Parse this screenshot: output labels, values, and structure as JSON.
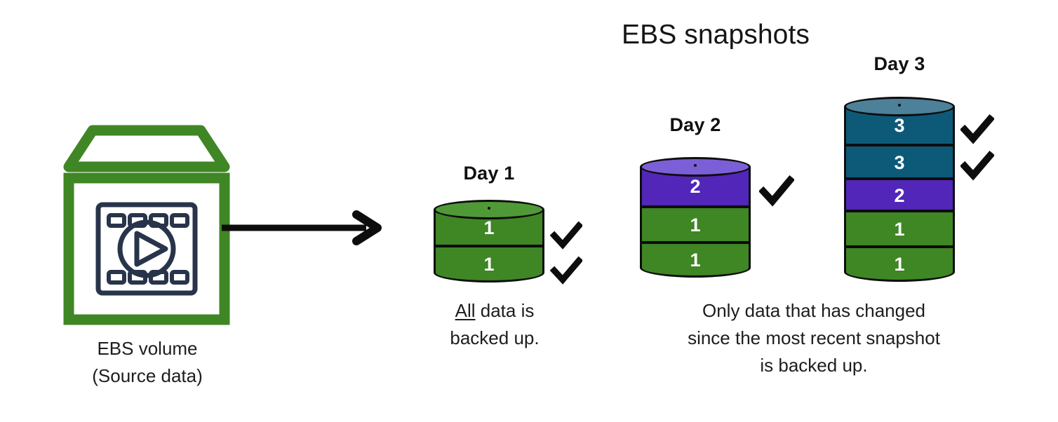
{
  "title": "EBS snapshots",
  "source": {
    "icon_name": "ebs-volume-icon",
    "label_line1": "EBS volume",
    "label_line2": "(Source data)"
  },
  "arrow": {
    "icon_name": "right-arrow-icon"
  },
  "colors": {
    "green_body": "#3f8624",
    "green_cap": "#4f9a36",
    "purple_body": "#5226b8",
    "purple_cap": "#7b5fd6",
    "teal_body": "#0d5a78",
    "teal_cap": "#4d8099",
    "outline": "#0d0d0d",
    "icon_green": "#3f8624",
    "icon_navy": "#28344a",
    "text": "#1d1d1d"
  },
  "snapshots": [
    {
      "day_label": "Day 1",
      "segments": [
        {
          "value": "1",
          "color": "green"
        },
        {
          "value": "1",
          "color": "green"
        }
      ],
      "checks": 2
    },
    {
      "day_label": "Day 2",
      "segments": [
        {
          "value": "2",
          "color": "purple"
        },
        {
          "value": "1",
          "color": "green"
        },
        {
          "value": "1",
          "color": "green"
        }
      ],
      "checks": 1
    },
    {
      "day_label": "Day 3",
      "segments": [
        {
          "value": "3",
          "color": "teal"
        },
        {
          "value": "3",
          "color": "teal"
        },
        {
          "value": "2",
          "color": "purple"
        },
        {
          "value": "1",
          "color": "green"
        },
        {
          "value": "1",
          "color": "green"
        }
      ],
      "checks": 2
    }
  ],
  "captions": {
    "day1": {
      "emphasis": "All",
      "rest": " data is",
      "line2": "backed up."
    },
    "days23": {
      "line1": "Only data that has changed",
      "line2": "since the most recent snapshot",
      "line3": "is backed up."
    }
  }
}
